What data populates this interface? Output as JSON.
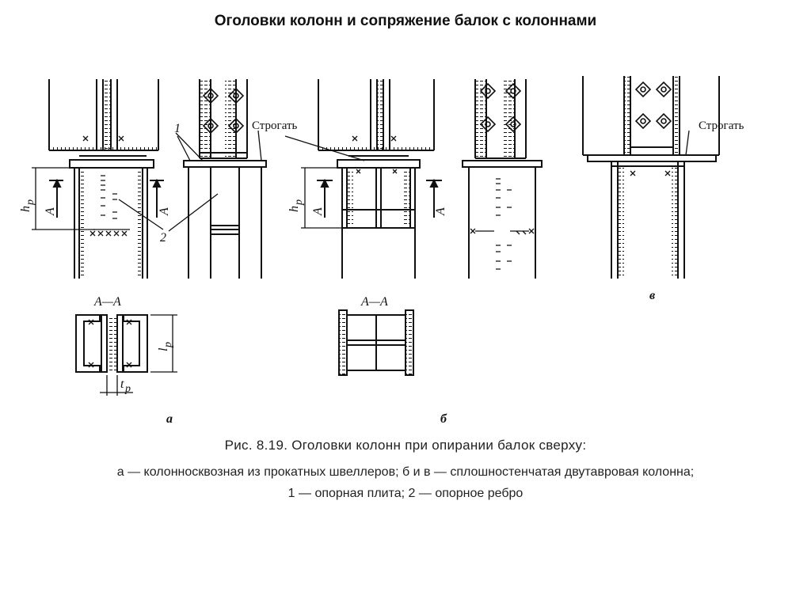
{
  "title": "Оголовки колонн и сопряжение балок с колоннами",
  "labels": {
    "planing_a": "Строгать",
    "planing_v": "Строгать",
    "callout_1": "1",
    "callout_2": "2",
    "hp_left": "h",
    "hp_left_sub": "p",
    "hp_mid": "h",
    "hp_mid_sub": "p",
    "section_arrow": "A",
    "section_aa_left": "A—A",
    "section_aa_mid": "A—A",
    "lp": "l",
    "lp_sub": "p",
    "tp": "t",
    "tp_sub": "p",
    "variant_a": "а",
    "variant_b": "б",
    "variant_v": "в"
  },
  "caption": {
    "line1": "Рис. 8.19. Оголовки колонн при опирании балок сверху:",
    "line2": "а — колонносквозная из прокатных швеллеров; б и в — сплошностенчатая двутавровая колонна;",
    "line3": "1 — опорная плита; 2 — опорное ребро"
  }
}
